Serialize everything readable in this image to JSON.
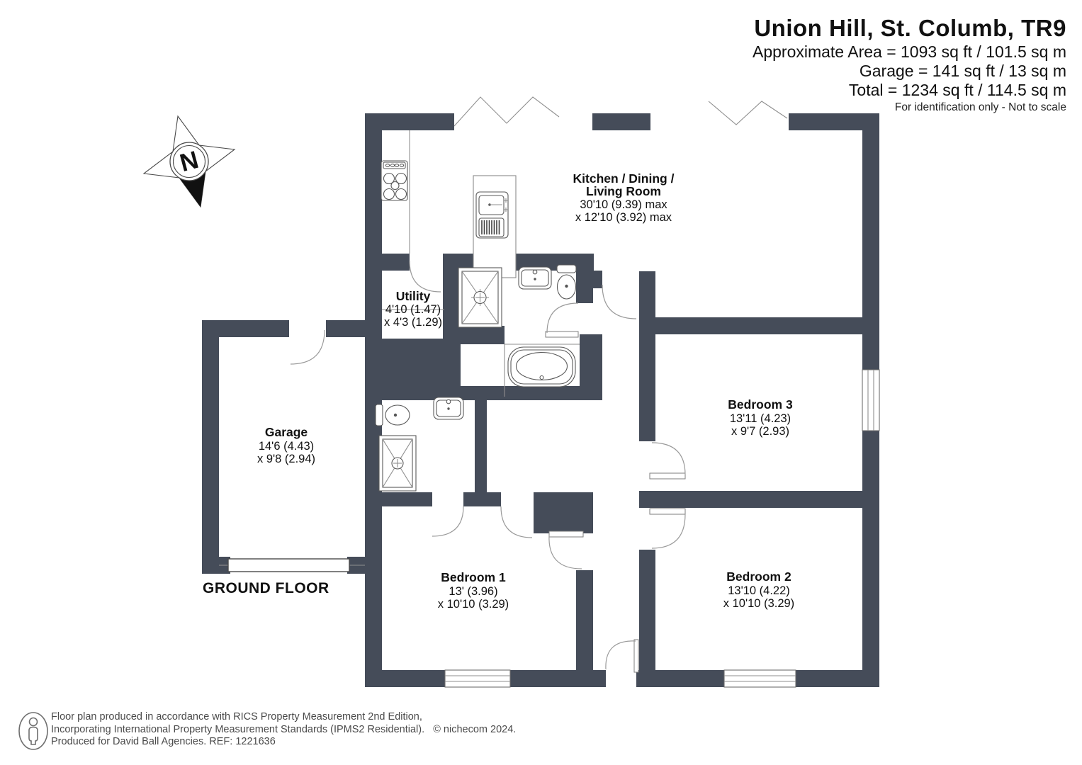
{
  "header": {
    "title": "Union Hill, St. Columb, TR9",
    "area_line1": "Approximate Area = 1093 sq ft / 101.5 sq m",
    "area_line2": "Garage = 141 sq ft / 13 sq m",
    "area_line3": "Total = 1234 sq ft / 114.5 sq m",
    "note": "For identification only - Not to scale"
  },
  "floor_label": "GROUND FLOOR",
  "compass": {
    "label": "N"
  },
  "rooms": [
    {
      "id": "kitchen",
      "label_line1": "Kitchen / Dining /",
      "label_line2": "Living Room",
      "dim_line1": "30'10 (9.39) max",
      "dim_line2": "x 12'10 (3.92) max"
    },
    {
      "id": "utility",
      "label_line1": "Utility",
      "dim_line1": "4'10 (1.47)",
      "dim_line2": "x 4'3 (1.29)"
    },
    {
      "id": "garage",
      "label_line1": "Garage",
      "dim_line1": "14'6 (4.43)",
      "dim_line2": "x 9'8 (2.94)"
    },
    {
      "id": "bedroom3",
      "label_line1": "Bedroom 3",
      "dim_line1": "13'11 (4.23)",
      "dim_line2": "x 9'7 (2.93)"
    },
    {
      "id": "bedroom1",
      "label_line1": "Bedroom 1",
      "dim_line1": "13' (3.96)",
      "dim_line2": "x 10'10 (3.29)"
    },
    {
      "id": "bedroom2",
      "label_line1": "Bedroom 2",
      "dim_line1": "13'10 (4.22)",
      "dim_line2": "x 10'10 (3.29)"
    }
  ],
  "footer": {
    "line1": "Floor plan produced in accordance with RICS Property Measurement 2nd Edition,",
    "line2": "Incorporating International Property Measurement Standards (IPMS2 Residential).",
    "copyright": "© nichecom 2024.",
    "line3": "Produced for David Ball Agencies.   REF:   1221636"
  },
  "colors": {
    "wall": "#454c59",
    "text": "#111111",
    "footer_text": "#4a4a4a"
  }
}
